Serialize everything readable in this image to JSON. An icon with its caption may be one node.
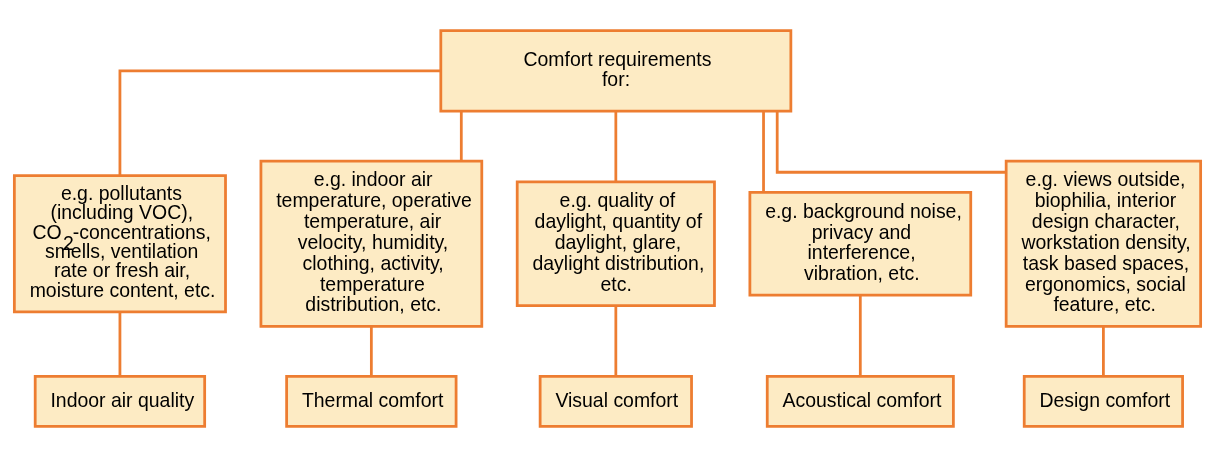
{
  "diagram": {
    "nodes": [
      {
        "text": [
          "Comfort requirements for:"
        ]
      },
      {
        "text": [
          "e.g. pollutants (including VOC), CO$_{2}$-concentrations, smells, ventilation rate or fresh air, moisture content, etc."
        ]
      },
      {
        "text": [
          "e.g. indoor air temperature, operative temperature, air velocity, humidity, clothing, activity, temperature distribution, etc."
        ]
      },
      {
        "text": [
          "e.g. quality of daylight, quantity of daylight, glare, daylight distribution, etc."
        ]
      },
      {
        "text": [
          "e.g. background noise, privacy and interference, vibration, etc."
        ]
      },
      {
        "text": [
          "e.g. views outside, biophilia, interior design character, workstation density, task based spaces, ergonomics, social feature, etc."
        ]
      },
      {
        "text": [
          "Indoor air quality"
        ]
      },
      {
        "text": [
          "Thermal comfort"
        ]
      },
      {
        "text": [
          "Visual comfort"
        ]
      },
      {
        "text": [
          "Acoustical comfort"
        ]
      },
      {
        "text": [
          "Design comfort"
        ]
      }
    ],
    "edges": [
      {
        "from": 0,
        "to": 1,
        "arrow": "none"
      },
      {
        "from": 0,
        "to": 2,
        "arrow": "none"
      },
      {
        "from": 0,
        "to": 3,
        "arrow": "none"
      },
      {
        "from": 0,
        "to": 4,
        "arrow": "none"
      },
      {
        "from": 0,
        "to": 5,
        "arrow": "none"
      },
      {
        "from": 1,
        "to": 6,
        "arrow": "none"
      },
      {
        "from": 2,
        "to": 7,
        "arrow": "none"
      },
      {
        "from": 3,
        "to": 8,
        "arrow": "none"
      },
      {
        "from": 4,
        "to": 9,
        "arrow": "none"
      },
      {
        "from": 5,
        "to": 10,
        "arrow": "none"
      }
    ]
  }
}
